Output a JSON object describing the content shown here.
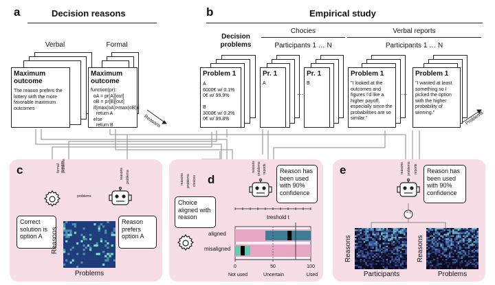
{
  "panel_a": {
    "letter": "a",
    "title": "Decision reasons",
    "verbal_header": "Verbal",
    "formal_header": "Formal",
    "verbal_card": {
      "title": "Maximum outcome",
      "text": "The reason prefers the lottery with the more favorable maximum outcomes"
    },
    "formal_card": {
      "title": "Maximum outcome",
      "code": [
        "function(pr):",
        "  oA = pr[A][out]",
        "  oB = pr[B][out]",
        "  if(max(oA)>max(oB)):",
        "    return A",
        "  else",
        "    return B"
      ]
    },
    "reasons_arrow": "Reasons"
  },
  "panel_b": {
    "letter": "b",
    "title": "Empirical study",
    "decision_header": "Decision problems",
    "choices_header": "Chocies",
    "choices_sub": "Participants 1 … N",
    "verbal_header": "Verbal reports",
    "verbal_sub": "Participants 1 … N",
    "problem_card": {
      "title": "Problem 1",
      "lines": [
        "A",
        "6000€ w/ 0.1%",
        "0€ w/ 99.9%",
        "",
        "B",
        "3000€ w/ 0.2%",
        "0€ w/ 99.8%"
      ]
    },
    "pr1_a": {
      "title": "Pr. 1",
      "choice": "A"
    },
    "pr1_b": {
      "title": "Pr. 1",
      "choice": "B"
    },
    "dots": "…",
    "report_1": {
      "title": "Problem 1",
      "text": "\"I looked at the outcomes and figures I'd like a higher payoff, especially since the probabilities are so similar.\""
    },
    "report_2": {
      "title": "Problem 1",
      "text": "\"I wanted at least something so I picked the option with the higher probability of winning.\""
    },
    "problems_arrow": "Problems"
  },
  "panel_c": {
    "letter": "c",
    "wire_formal": "formal reasons",
    "wire_reasons": "reasons",
    "wire_problems": "problems",
    "wire_problems_h": "problems",
    "bubble_left": "Correct solution is option A",
    "bubble_right": "Reason prefers option A",
    "ylabel": "Reasons",
    "xlabel": "Problems"
  },
  "panel_d": {
    "letter": "d",
    "wire_reasons": "reasons",
    "wire_problems": "problems",
    "wire_choices": "choices",
    "wire_reasons2": "reasons",
    "wire_problems2": "problems",
    "wire_reports": "reports",
    "bubble_robot": "Reason has been used with 90% confidence",
    "bubble_gear": "Choice aligned with reason",
    "threshold": "treshold t",
    "row_aligned": "aligned",
    "row_misaligned": "misaligned",
    "ticks": [
      "0",
      "50",
      "100"
    ],
    "axis_labels": [
      "Not used",
      "Uncertain",
      "Used"
    ]
  },
  "panel_e": {
    "letter": "e",
    "wire_reasons": "reasons",
    "wire_problems": "problems",
    "wire_reports": "reports",
    "bubble_robot": "Reason has been used with 90% confidence",
    "comparator": "> t",
    "left_ylabel": "Reasons",
    "left_xlabel": "Participants",
    "right_ylabel": "Reasons",
    "right_xlabel": "Problems"
  },
  "colors": {
    "pink": "#f6dde6",
    "teal": "#3f7f96",
    "aqua": "#67c7b4",
    "navy": "#1b1e4a"
  }
}
